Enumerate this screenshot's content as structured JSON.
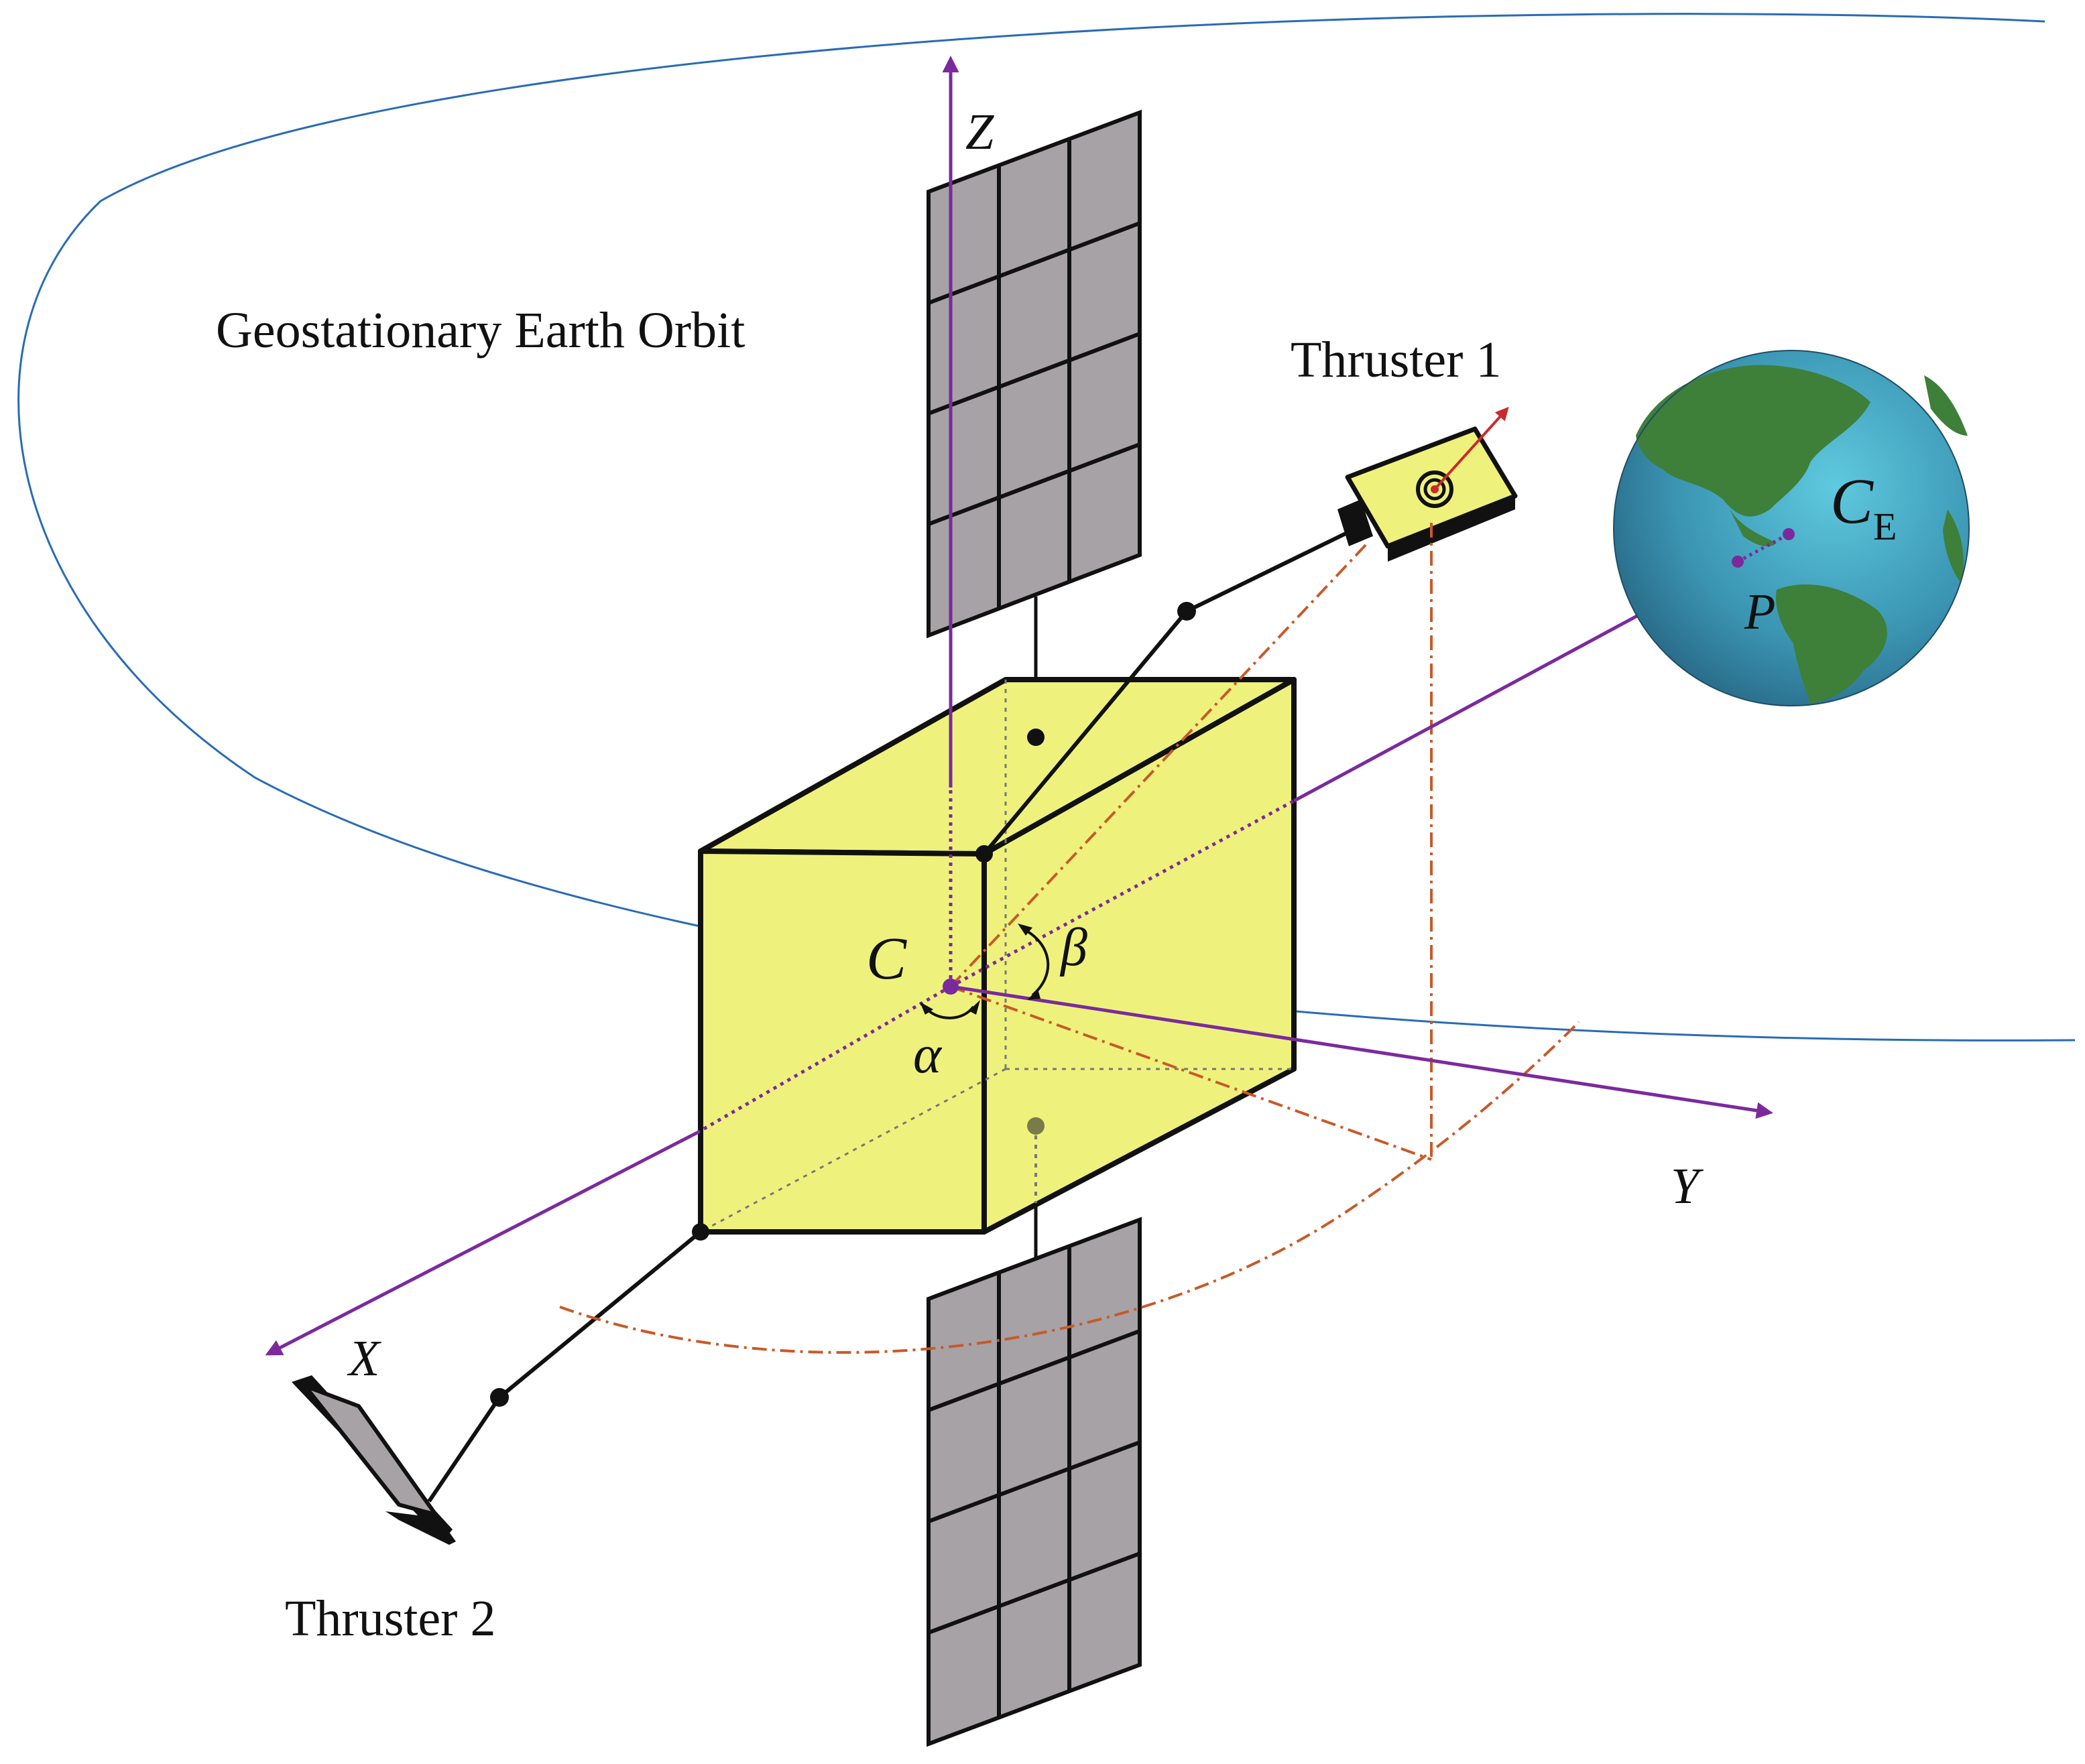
{
  "labels": {
    "orbit": "Geostationary Earth Orbit",
    "thruster1": "Thruster 1",
    "thruster2": "Thruster 2",
    "axis_x": "X",
    "axis_y": "Y",
    "axis_z": "Z",
    "center": "C",
    "earth_center_main": "C",
    "earth_center_sub": "E",
    "point_p": "P",
    "alpha": "α",
    "beta": "β"
  },
  "colors": {
    "orbit": "#2a6bb5",
    "axis": "#7b2a9e",
    "thrust_vector": "#cc2a2a",
    "construction": "#c85a28",
    "body_fill": "#eef27c",
    "solar_panel": "#a6a2a6",
    "earth_ocean": "#3d97b4",
    "earth_land": "#3e7f3a"
  }
}
